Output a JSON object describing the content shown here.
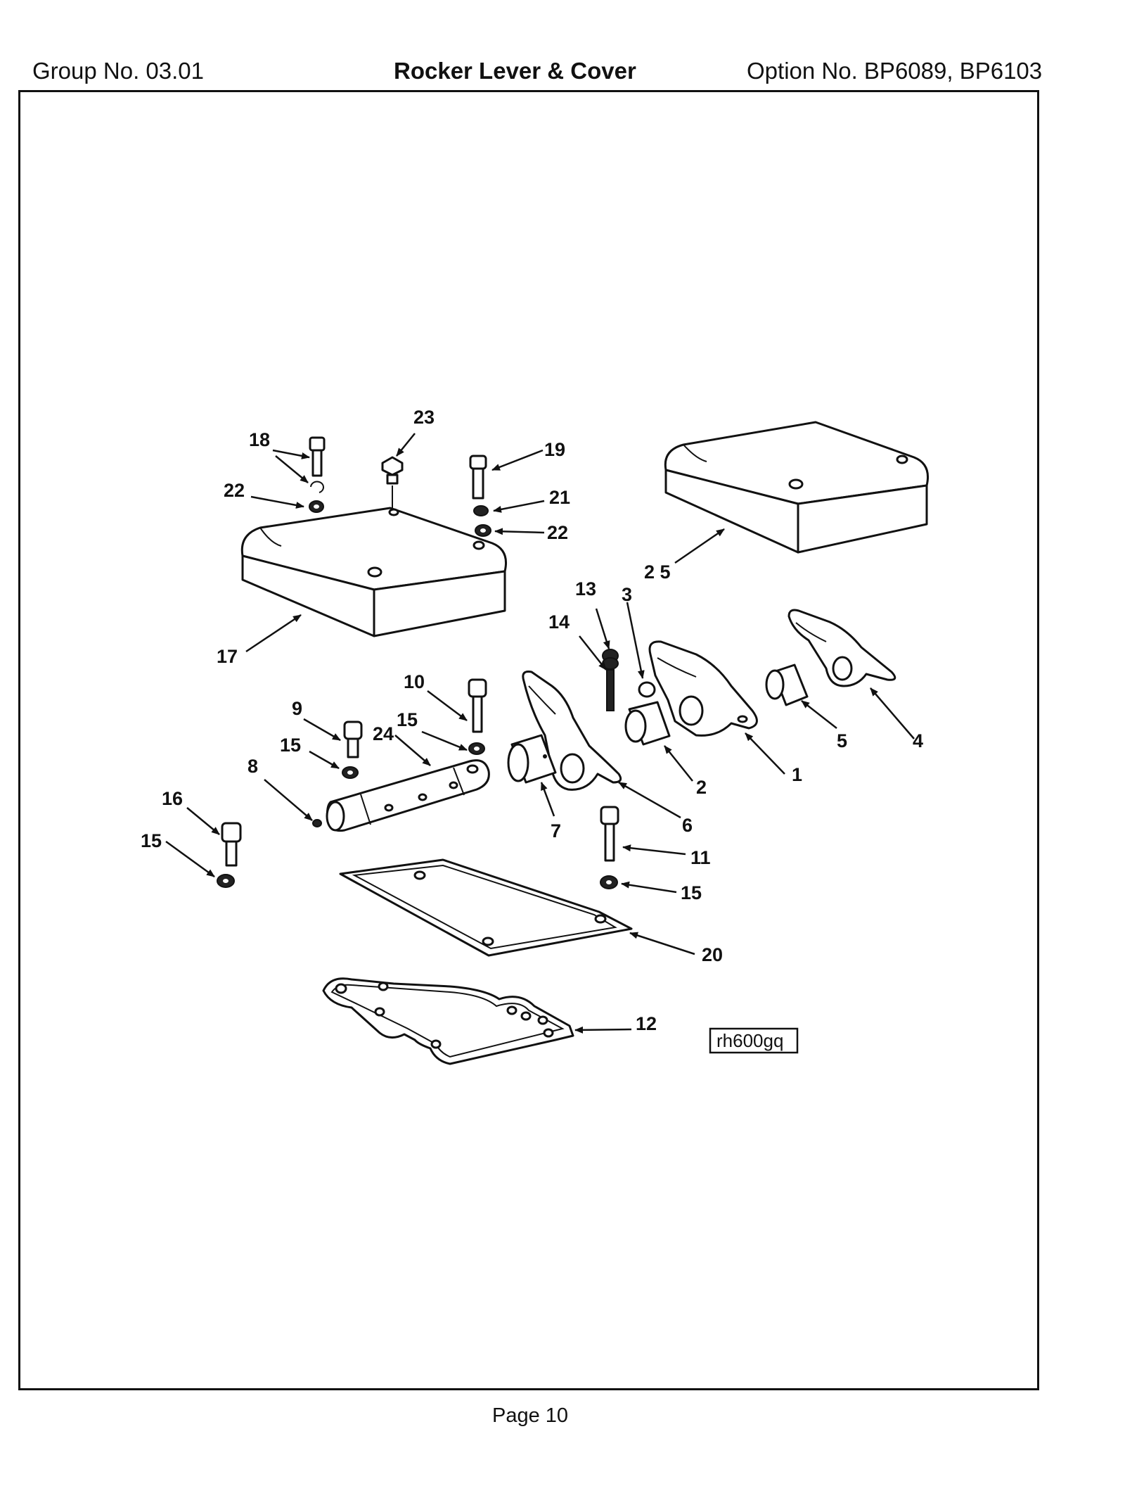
{
  "header": {
    "group": "Group No. 03.01",
    "title": "Rocker Lever & Cover",
    "option": "Option No. BP6089, BP6103"
  },
  "footer": {
    "page": "Page 10"
  },
  "diagram": {
    "ref_code": "rh600gq",
    "callouts": {
      "c1": "1",
      "c2": "2",
      "c3": "3",
      "c4": "4",
      "c5": "5",
      "c6": "6",
      "c7": "7",
      "c8": "8",
      "c9": "9",
      "c10": "10",
      "c11": "11",
      "c12": "12",
      "c13": "13",
      "c14": "14",
      "c15a": "15",
      "c15b": "15",
      "c15c": "15",
      "c15d": "15",
      "c16": "16",
      "c17": "17",
      "c18": "18",
      "c19": "19",
      "c20": "20",
      "c21": "21",
      "c22a": "22",
      "c22b": "22",
      "c23": "23",
      "c24": "24",
      "c25": "2 5"
    }
  }
}
